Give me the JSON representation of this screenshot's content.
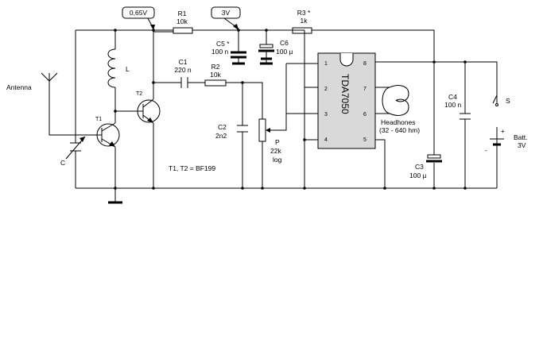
{
  "labels": {
    "antenna": "Antenna",
    "v065": "0,65V",
    "v3": "3V",
    "r1_name": "R1",
    "r1_val": "10k",
    "r3_name": "R3 *",
    "r3_val": "1k",
    "c5_name": "C5 *",
    "c5_val": "100 n",
    "c6_name": "C6",
    "c6_val": "100 µ",
    "c1_name": "C1",
    "c1_val": "220 n",
    "r2_name": "R2",
    "r2_val": "10k",
    "l_name": "L",
    "t1_name": "T1",
    "t2_name": "T2",
    "c_name": "C",
    "c2_name": "C2",
    "c2_val": "2n2",
    "p_name": "P",
    "p_val": "22k",
    "p_taper": "log",
    "transistors": "T1, T2 = BF199",
    "ic_name": "TDA7050",
    "pin1": "1",
    "pin2": "2",
    "pin3": "3",
    "pin4": "4",
    "pin5": "5",
    "pin6": "6",
    "pin7": "7",
    "pin8": "8",
    "headphones": "Headhones",
    "headphones_ohm": "(32 - 640 hm)",
    "c3_name": "C3",
    "c3_val": "100 µ",
    "c4_name": "C4",
    "c4_val": "100 n",
    "s_name": "S",
    "batt_name": "Batt.",
    "batt_val": "3V",
    "plus": "+",
    "minus": "-"
  }
}
